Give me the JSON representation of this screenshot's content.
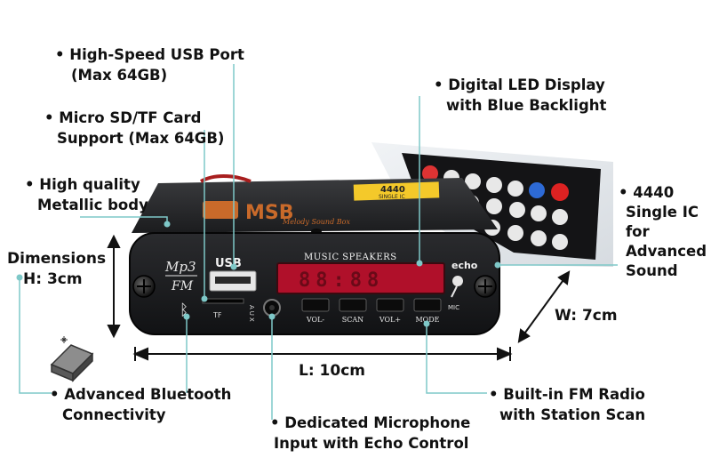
{
  "callouts": {
    "usb": {
      "line1": "• High-Speed USB Port",
      "line2": "(Max 64GB)"
    },
    "sd": {
      "line1": "• Micro SD/TF Card",
      "line2": "Support (Max 64GB)"
    },
    "body": {
      "line1": "• High quality",
      "line2": "Metallic body"
    },
    "led": {
      "line1": "• Digital LED Display",
      "line2": "with Blue Backlight"
    },
    "ic": {
      "line1": "• 4440",
      "line2": "Single IC",
      "line3": "for",
      "line4": "Advanced",
      "line5": "Sound"
    },
    "bt": {
      "line1": "• Advanced Bluetooth",
      "line2": "Connectivity"
    },
    "mic": {
      "line1": "• Dedicated Microphone",
      "line2": "Input with Echo Control"
    },
    "fm": {
      "line1": "• Built-in FM Radio",
      "line2": "with Station Scan"
    }
  },
  "dimensions": {
    "height": {
      "line1": "Dimensions",
      "line2": "H: 3cm"
    },
    "length": "L: 10cm",
    "width": "W: 7cm"
  },
  "device": {
    "brand": "MSB",
    "brand_sub": "Melody Sound Box",
    "ic_label": "4440",
    "ic_sub": "SINGLE IC",
    "display_title": "MUSIC SPEAKERS",
    "display_digits": "88:88",
    "mp3_label": "Mp3",
    "fm_label": "FM",
    "usb_label": "USB",
    "tf_label": "TF",
    "aux_label": "AUX",
    "echo_label": "echo",
    "mic_label": "MIC",
    "buttons": [
      "VOL-",
      "SCAN",
      "VOL+",
      "MODE"
    ]
  },
  "colors": {
    "leader": "#7ec8c8",
    "panel": "#1c1d1f",
    "display": "#c0102a"
  }
}
